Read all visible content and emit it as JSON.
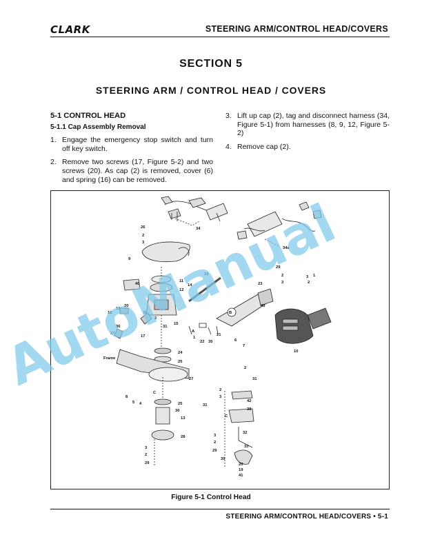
{
  "header": {
    "logo": "CLARK",
    "title": "STEERING ARM/CONTROL HEAD/COVERS"
  },
  "section_title": "SECTION 5",
  "chapter_title": "STEERING ARM / CONTROL HEAD / COVERS",
  "body": {
    "heading": "5-1 CONTROL HEAD",
    "subheading": "5-1.1 Cap Assembly Removal",
    "steps": [
      {
        "num": "1.",
        "text": "Engage the emergency stop switch and turn off key switch."
      },
      {
        "num": "2.",
        "text": "Remove two screws (17, Figure 5-2) and two screws (20). As cap (2) is removed, cover (6) and spring (16) can be removed."
      },
      {
        "num": "3.",
        "text": "Lift up cap (2), tag and disconnect harness (34, Figure 5-1) from harnesses (8, 9, 12, Figure 5-2)"
      },
      {
        "num": "4.",
        "text": "Remove cap (2)."
      }
    ]
  },
  "figure": {
    "caption": "Figure 5-1 Control Head",
    "frame_label": "Frame",
    "callouts": [
      "34",
      "26",
      "2",
      "3",
      "9",
      "16",
      "11",
      "12",
      "14",
      "40",
      "20",
      "19",
      "18",
      "36",
      "37",
      "17",
      "D",
      "2",
      "31",
      "15",
      "A",
      "1",
      "22",
      "35",
      "21",
      "B",
      "6",
      "7",
      "23",
      "43",
      "34a",
      "29",
      "2",
      "3",
      "3",
      "2",
      "1",
      "10",
      "24",
      "25",
      "27",
      "2",
      "31",
      "C",
      "8",
      "5",
      "4",
      "25",
      "30",
      "13",
      "28",
      "3",
      "2",
      "29",
      "2",
      "3",
      "42",
      "31",
      "38",
      "C",
      "32",
      "3",
      "2",
      "33",
      "29",
      "39",
      "20",
      "19",
      "41"
    ]
  },
  "watermark": "AutoManual",
  "footer": {
    "text": "STEERING ARM/CONTROL HEAD/COVERS  •  5-1"
  }
}
